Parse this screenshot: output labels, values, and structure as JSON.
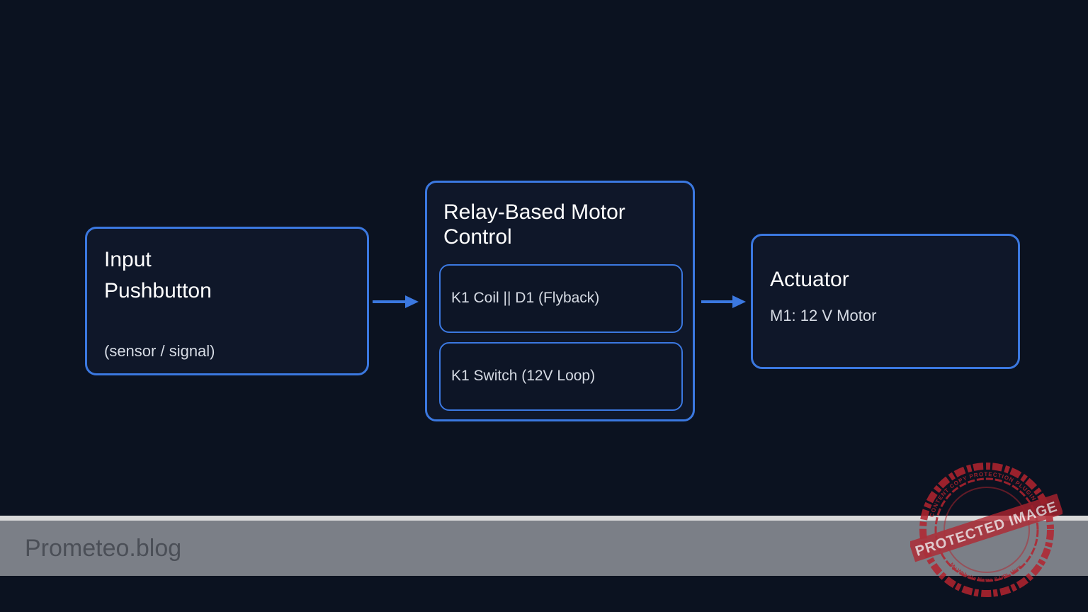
{
  "diagram": {
    "input_block": {
      "title_line1": "Input",
      "title_line2": "Pushbutton",
      "subtitle": "(sensor / signal)"
    },
    "relay_block": {
      "title": "Relay-Based Motor Control",
      "coil_label": "K1 Coil || D1 (Flyback)",
      "switch_label": "K1 Switch (12V Loop)"
    },
    "actuator_block": {
      "title": "Actuator",
      "subtitle": "M1: 12 V Motor"
    },
    "colors": {
      "background": "#0b1220",
      "accent": "#3b78e0",
      "block_fill": "#0f1729"
    }
  },
  "footer": {
    "brand": "Prometeo.blog"
  },
  "watermark": {
    "main_text": "PROTECTED IMAGE",
    "ring_top_text": "CONTENT COPY PROTECTION PLUGIN",
    "ring_bottom_text": "My Website Name & URL Here",
    "color": "#b3242f"
  }
}
